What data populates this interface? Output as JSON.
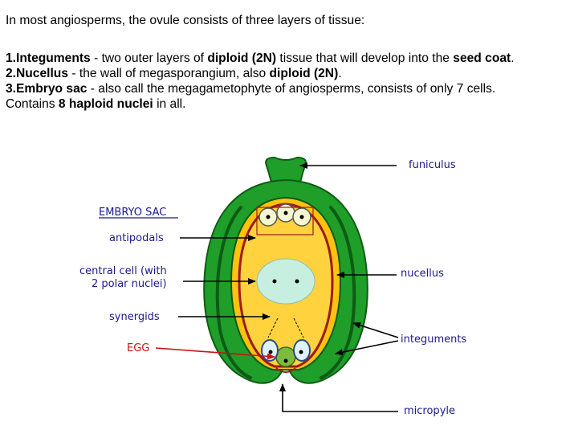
{
  "text": {
    "intro": "In most angiosperms, the ovule consists of three layers of tissue:",
    "item1": {
      "num": "1.",
      "term": "Integuments",
      "part1": " - two outer layers of ",
      "bold1": "diploid (2N)",
      "part2": " tissue that will develop into the ",
      "bold2": "seed coat",
      "part3": "."
    },
    "item2": {
      "num": "2.",
      "term": "Nucellus",
      "part1": " - the wall of megasporangium, also ",
      "bold1": "diploid (2N)",
      "part2": "."
    },
    "item3": {
      "num": "3.",
      "term": "Embryo sac",
      "part1": " - also call the megagametophyte of angiosperms, consists of only 7 cells."
    },
    "item4": {
      "part1": "Contains ",
      "bold1": "8 haploid nuclei",
      "part2": " in all."
    }
  },
  "diagram": {
    "labels": {
      "embryo_sac": "EMBRYO SAC",
      "antipodals": "antipodals",
      "central_cell_line1": "central cell (with",
      "central_cell_line2": "2 polar nuclei)",
      "synergids": "synergids",
      "egg": "EGG",
      "funiculus": "funiculus",
      "nucellus": "nucellus",
      "integuments": "integuments",
      "micropyle": "micropyle"
    },
    "colors": {
      "integument": "#1f9e2a",
      "integument_dark": "#0d5c14",
      "nucellus": "#ffc20e",
      "embryo_sac_outline": "#9b1b1b",
      "central_cell": "#c6efe0",
      "egg": "#7dbb3c",
      "arrow_red": "#cc1111"
    }
  }
}
